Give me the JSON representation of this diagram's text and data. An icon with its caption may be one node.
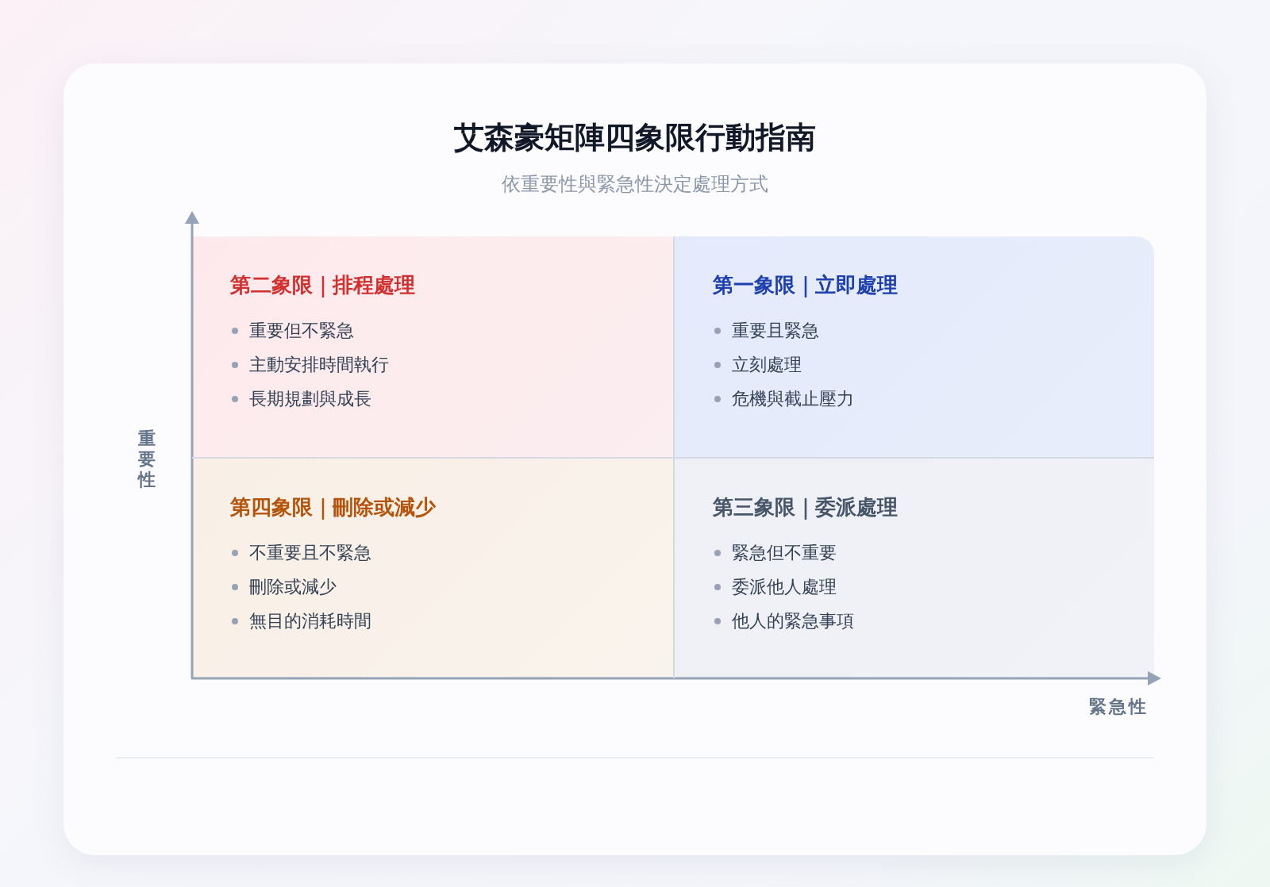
{
  "diagram": {
    "title": "艾森豪矩陣四象限行動指南",
    "caption": "依重要性與緊急性決定處理方式",
    "nodes": [
      {
        "text": [
          "第二象限｜排程處理",
          "重要但不緊急",
          "主動安排時間執行",
          "長期規劃與成長"
        ]
      },
      {
        "text": [
          "第一象限｜立即處理",
          "重要且緊急",
          "立刻處理",
          "危機與截止壓力"
        ]
      },
      {
        "text": [
          "第四象限｜刪除或減少",
          "不重要且不緊急",
          "刪除或減少",
          "無目的消耗時間"
        ]
      },
      {
        "text": [
          "第三象限｜委派處理",
          "緊急但不重要",
          "委派他人處理",
          "他人的緊急事項"
        ]
      }
    ],
    "edges": [],
    "labels": [
      "重要性",
      "緊急性"
    ]
  }
}
